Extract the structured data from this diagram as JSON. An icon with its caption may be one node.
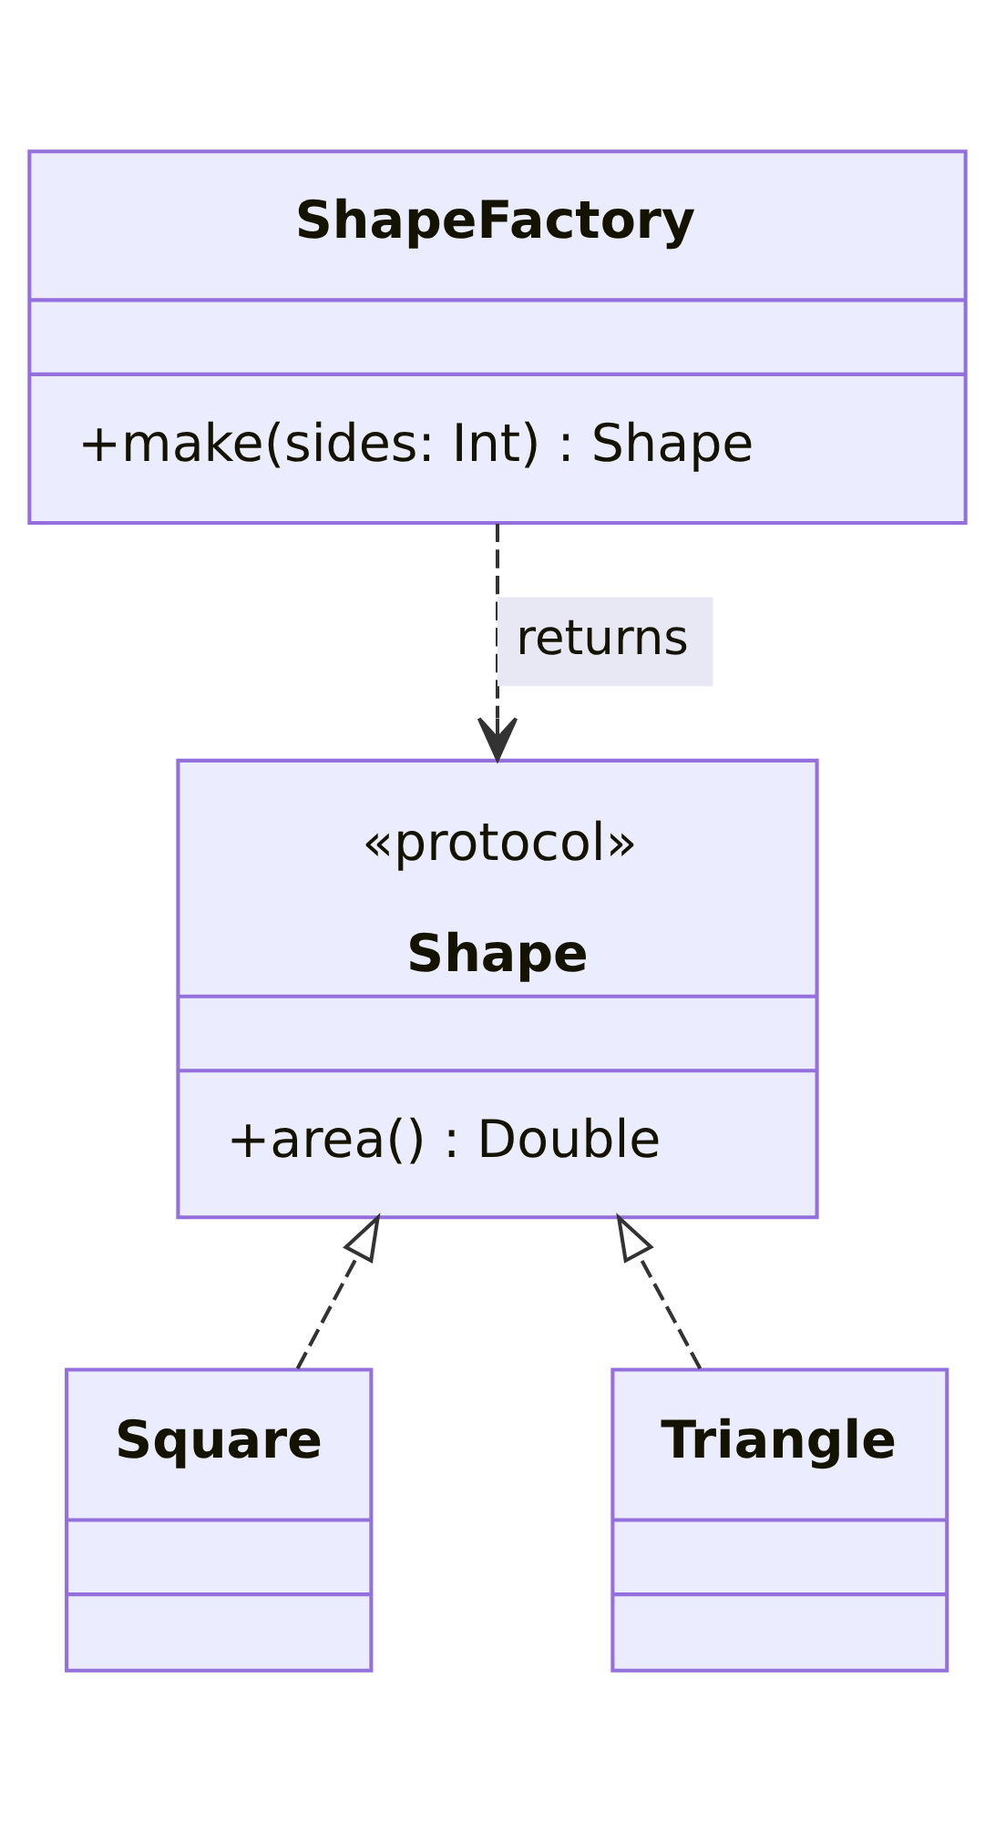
{
  "diagram": {
    "nodes": [
      {
        "text": [
          "ShapeFactory",
          "+make(sides: Int) : Shape"
        ]
      },
      {
        "text": [
          "«protocol»",
          "Shape",
          "+area() : Double"
        ]
      },
      {
        "text": [
          "Square"
        ]
      },
      {
        "text": [
          "Triangle"
        ]
      }
    ],
    "edges": [
      {
        "from": 0,
        "to": 1,
        "arrow": "to",
        "label": "returns",
        "style": "dashed"
      },
      {
        "from": 2,
        "to": 1,
        "arrow": "to",
        "style": "dashed"
      },
      {
        "from": 3,
        "to": 1,
        "arrow": "to",
        "style": "dashed"
      }
    ]
  }
}
